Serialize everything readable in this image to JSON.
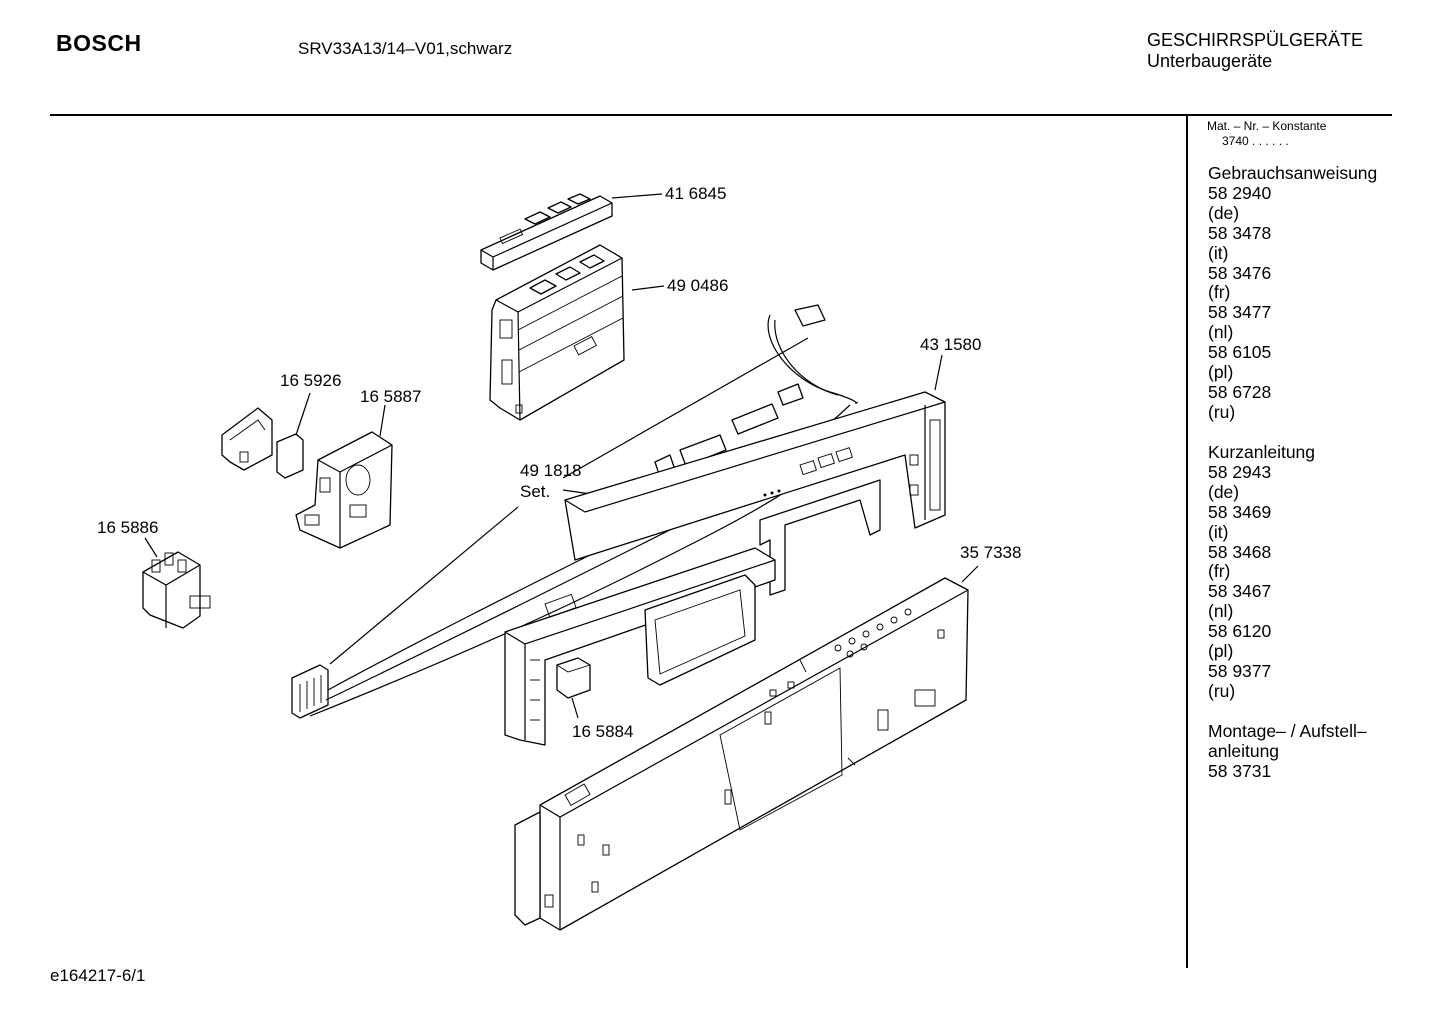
{
  "header": {
    "brand": "BOSCH",
    "model": "SRV33A13/14–V01,schwarz",
    "category": "GESCHIRRSPÜLGERÄTE",
    "subcategory": "Unterbaugeräte"
  },
  "sidebar": {
    "mat_label": "Mat. – Nr. – Konstante",
    "konstante": "3740  .  .    .  .  .  .",
    "sections": [
      {
        "title": "Gebrauchsanweisung",
        "entries": [
          {
            "number": "58 2940",
            "lang": "(de)"
          },
          {
            "number": "58 3478",
            "lang": "(it)"
          },
          {
            "number": "58 3476",
            "lang": "(fr)"
          },
          {
            "number": "58 3477",
            "lang": "(nl)"
          },
          {
            "number": "58 6105",
            "lang": "(pl)"
          },
          {
            "number": "58 6728",
            "lang": "(ru)"
          }
        ]
      },
      {
        "title": "Kurzanleitung",
        "entries": [
          {
            "number": "58 2943",
            "lang": "(de)"
          },
          {
            "number": "58 3469",
            "lang": "(it)"
          },
          {
            "number": "58 3468",
            "lang": "(fr)"
          },
          {
            "number": "58 3467",
            "lang": "(nl)"
          },
          {
            "number": "58 6120",
            "lang": "(pl)"
          },
          {
            "number": "58 9377",
            "lang": "(ru)"
          }
        ]
      },
      {
        "title_line1": "Montage– / Aufstell–",
        "title_line2": "anleitung",
        "number": "58 3731"
      }
    ]
  },
  "diagram": {
    "part_labels": {
      "p416845": "41 6845",
      "p490486": "49 0486",
      "p431580": "43 1580",
      "p165926": "16 5926",
      "p165887": "16 5887",
      "p491818": "49 1818",
      "set": "Set.",
      "p165886": "16 5886",
      "p357338": "35 7338",
      "p165884": "16 5884"
    }
  },
  "footer": {
    "drawing_id": "e164217-6/1"
  }
}
